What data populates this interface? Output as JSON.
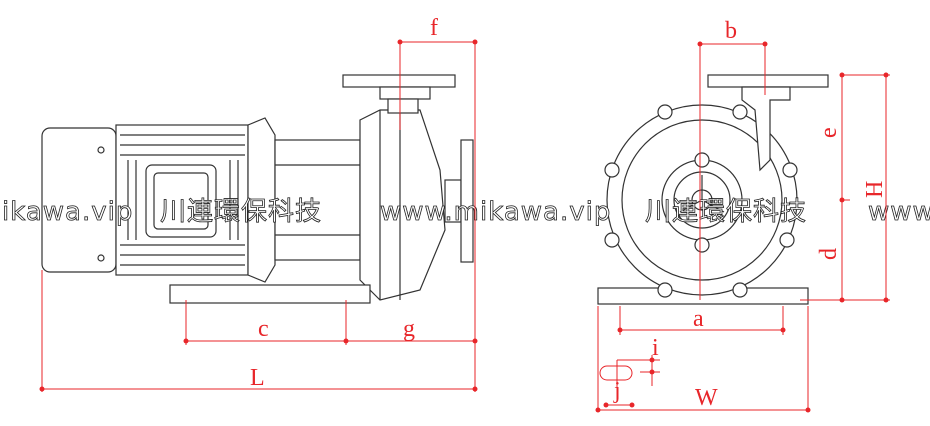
{
  "drawing": {
    "dimension_labels": {
      "f": "f",
      "b": "b",
      "e": "e",
      "H": "H",
      "d": "d",
      "c": "c",
      "g": "g",
      "a": "a",
      "i": "i",
      "j": "j",
      "W": "W",
      "L": "L"
    },
    "watermark": {
      "left": "ikawa.vip",
      "brand_1": "川連環保科技",
      "middle": "www.mikawa.vip",
      "brand_2": "川連環保科技",
      "right": "www."
    },
    "colors": {
      "dimension": "#e8262a",
      "outline": "#333333"
    }
  }
}
